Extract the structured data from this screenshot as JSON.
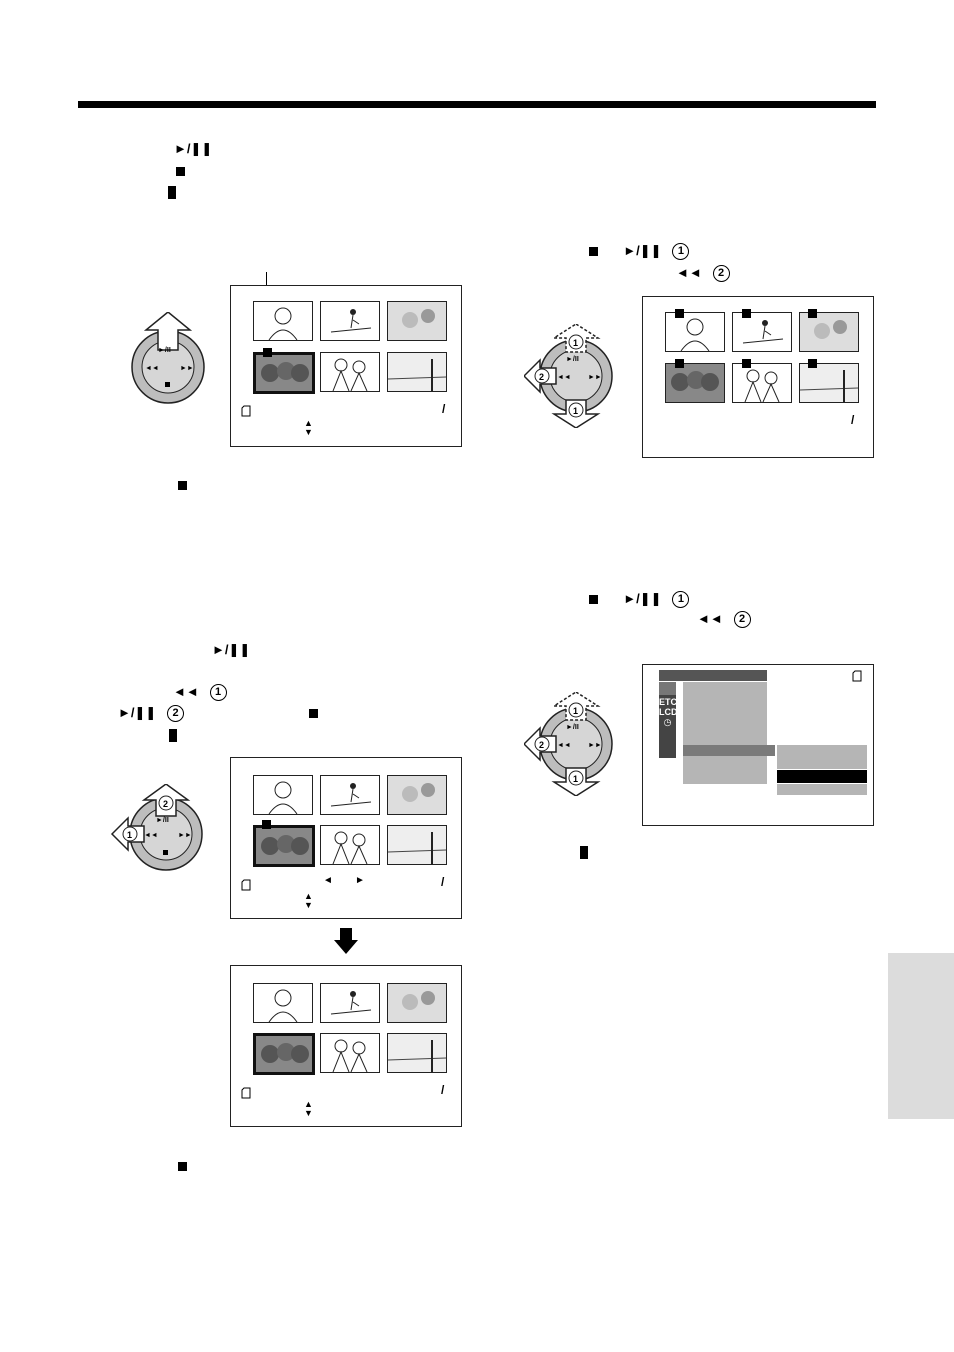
{
  "symbols": {
    "play_pause": "►/❚❚",
    "rewind": "◄◄",
    "circle_1": "1",
    "circle_2": "2",
    "slash": "/",
    "arrow_left": "◄",
    "arrow_right": "►",
    "arrow_updown_up": "▲",
    "arrow_updown_down": "▼"
  },
  "dial": {
    "play_pause_label": "►/II",
    "rewind_label": "◄◄",
    "ff_label": "►►"
  },
  "menu": {
    "side_labels": [
      "ETC",
      "LCD"
    ]
  },
  "colors": {
    "rule": "#000000",
    "tab": "#dcdcdc",
    "menu_bar": "#555555",
    "menu_block": "#b5b5b5",
    "dial_ring": "#bdbdbd"
  },
  "icons": [
    "play-pause-icon",
    "stop-square-icon",
    "card-icon",
    "rewind-icon",
    "big-down-arrow-icon",
    "dial-icon"
  ]
}
